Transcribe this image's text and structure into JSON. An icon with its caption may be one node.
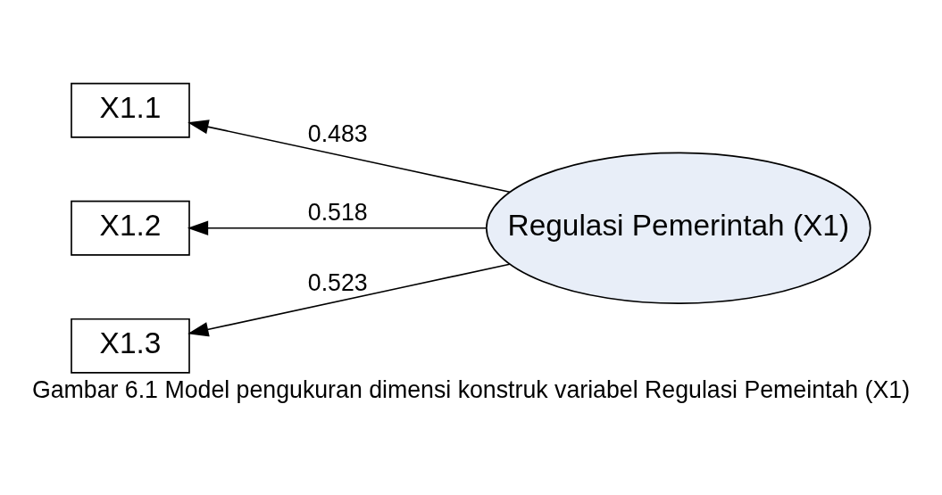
{
  "diagram": {
    "caption": "Gambar 6.1 Model pengukuran dimensi konstruk variabel Regulasi Pemeintah (X1)",
    "nodes": [
      {
        "text": [
          "X1.1"
        ]
      },
      {
        "text": [
          "X1.2"
        ]
      },
      {
        "text": [
          "X1.3"
        ]
      },
      {
        "text": [
          "Regulasi Pemerintah (X1)"
        ]
      }
    ],
    "edges": [
      {
        "from": 3,
        "to": 0,
        "arrow": "to",
        "label": "0.483"
      },
      {
        "from": 3,
        "to": 1,
        "arrow": "to",
        "label": "0.518"
      },
      {
        "from": 3,
        "to": 2,
        "arrow": "to",
        "label": "0.523"
      }
    ]
  }
}
